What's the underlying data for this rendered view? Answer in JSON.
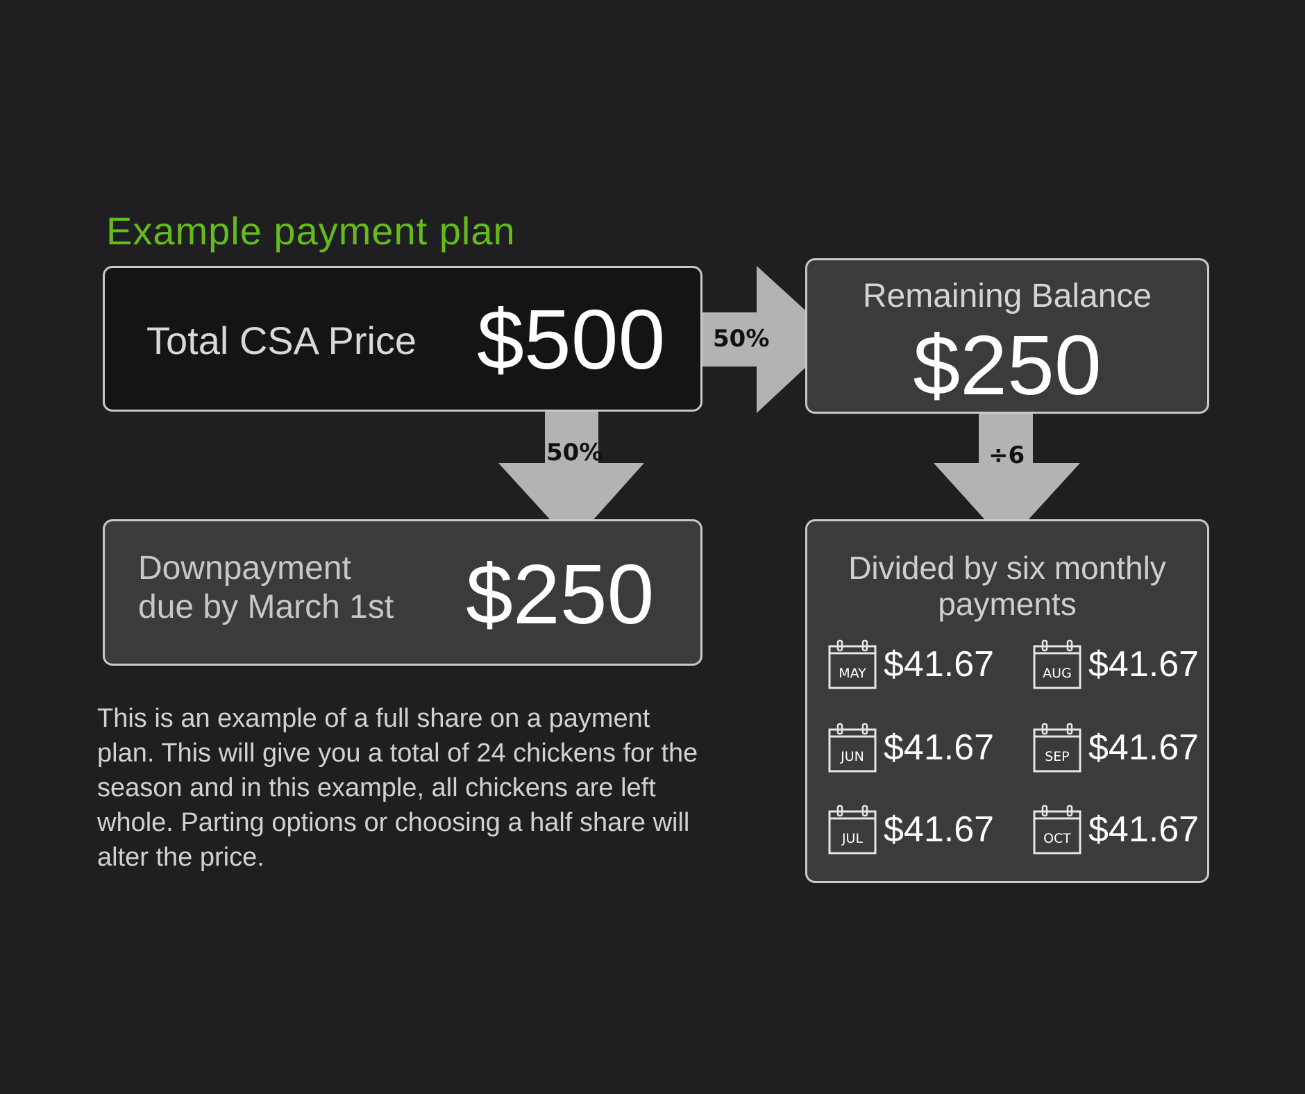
{
  "title": "Example payment plan",
  "total": {
    "label": "Total CSA Price",
    "amount": "$500"
  },
  "remaining": {
    "label": "Remaining Balance",
    "amount": "$250"
  },
  "downpayment": {
    "label_line1": "Downpayment",
    "label_line2": "due by March 1st",
    "amount": "$250"
  },
  "arrows": {
    "right_label": "50%",
    "down_label": "50%",
    "divide_label": "÷6"
  },
  "monthly": {
    "heading_line1": "Divided by six monthly",
    "heading_line2": "payments",
    "payments": [
      {
        "month": "MAY",
        "amount": "$41.67"
      },
      {
        "month": "JUN",
        "amount": "$41.67"
      },
      {
        "month": "JUL",
        "amount": "$41.67"
      },
      {
        "month": "AUG",
        "amount": "$41.67"
      },
      {
        "month": "SEP",
        "amount": "$41.67"
      },
      {
        "month": "OCT",
        "amount": "$41.67"
      }
    ]
  },
  "description": "This is an example of a full share on a payment plan. This will give you a total of 24 chickens for the season and in this example, all chickens are left whole. Parting options or choosing a half share will alter the price.",
  "colors": {
    "background": "#1f1f21",
    "accent_green": "#66bb1a",
    "arrow_grey": "#b3b3b3",
    "box_grey": "#3b3b3c",
    "box_dark": "#141414"
  }
}
